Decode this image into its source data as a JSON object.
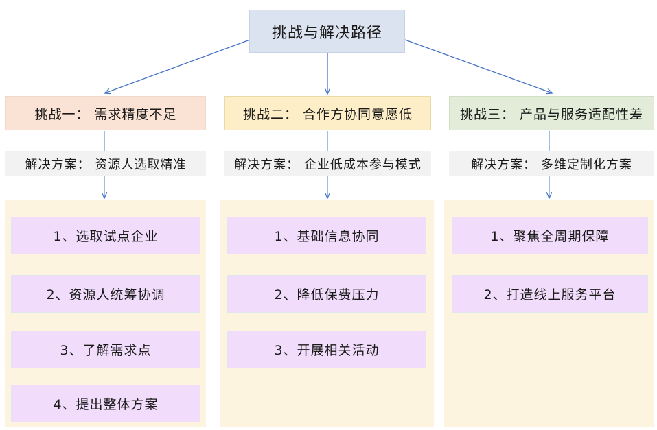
{
  "diagram": {
    "title": "挑战与解决路径",
    "columns": [
      {
        "challenge": "挑战一： 需求精度不足",
        "solution": "解决方案： 资源人选取精准",
        "items": [
          "1、选取试点企业",
          "2、资源人统筹协调",
          "3、了解需求点",
          "4、提出整体方案"
        ],
        "challenge_color": "#fae3d5",
        "panel_color": "#fdf4e0",
        "item_color": "#f1ddfb"
      },
      {
        "challenge": "挑战二： 合作方协同意愿低",
        "solution": "解决方案： 企业低成本参与模式",
        "items": [
          "1、基础信息协同",
          "2、降低保费压力",
          "3、开展相关活动"
        ],
        "challenge_color": "#fdeec8",
        "panel_color": "#fdf4e0",
        "item_color": "#f1ddfb"
      },
      {
        "challenge": "挑战三： 产品与服务适配性差",
        "solution": "解决方案： 多维定制化方案",
        "items": [
          "1、聚焦全周期保障",
          "2、打造线上服务平台"
        ],
        "challenge_color": "#e2ecd9",
        "panel_color": "#fdf4e0",
        "item_color": "#f1ddfb"
      }
    ],
    "title_color": "#dce3f0",
    "solution_color": "#f2f2f2",
    "connector_color": "#4472c4"
  }
}
